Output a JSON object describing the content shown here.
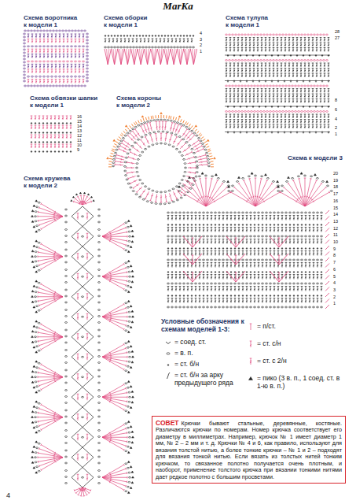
{
  "diagram": {
    "title": "MarKa",
    "nodes": [
      {
        "text": [
          "СОВЕТ",
          "Крючки бывают стальные, деревянные, костяные. Различаются крючки по номерам. Номер крючка соответствует его диаметру в миллиметрах. Например, крючок № 1 имеет диаметр 1 мм, № 2 – 2 мм и т. д. Крючки № 4 и 6, как правило, используют для вязания толстой нитью, а более тонкие крючки – № 1 и 2 – подходят для вязания тонкой нитью. Если вязать из толстых нитей тонким крючком, то связанное полотно получается очень плотным, и наоборот, применение толстого крючка при вязании тонкими нитями дает редкое полотно с большим просветами."
        ]
      }
    ],
    "labels": [
      "Схема воротника к модели 1",
      "Схема оборки к модели 1",
      "Схема тулупа к модели 1",
      "4",
      "3",
      "2",
      "1",
      "28",
      "27",
      "8",
      "6",
      "4",
      "2",
      "1",
      "Схема обвязки шапки к модели 1",
      "Схема короны к модели 2",
      "16",
      "15",
      "14",
      "13",
      "12",
      "11",
      "10",
      "9",
      "Схема к модели 3",
      "20",
      "19",
      "18",
      "17",
      "16",
      "15",
      "14",
      "13",
      "12",
      "11",
      "10",
      "9",
      "8",
      "7",
      "6",
      "5",
      "4",
      "3",
      "2",
      "1",
      "Схема кружева к модели 2",
      "Условные обозначения к схемам моделей 1-3:",
      "4"
    ],
    "legend": [
      {
        "text": "= соед. ст."
      },
      {
        "text": "= в. п."
      },
      {
        "text": "= ст. б/н"
      },
      {
        "text": "= ст. б/н за арку предыдущего ряда"
      },
      {
        "text": "= п/ст."
      },
      {
        "text": "= ст. с/н"
      },
      {
        "text": "= ст. с 2/н"
      },
      {
        "text": "= пико (3 в. п., 1 соед. ст. в 1-ю в. п.)"
      }
    ]
  }
}
